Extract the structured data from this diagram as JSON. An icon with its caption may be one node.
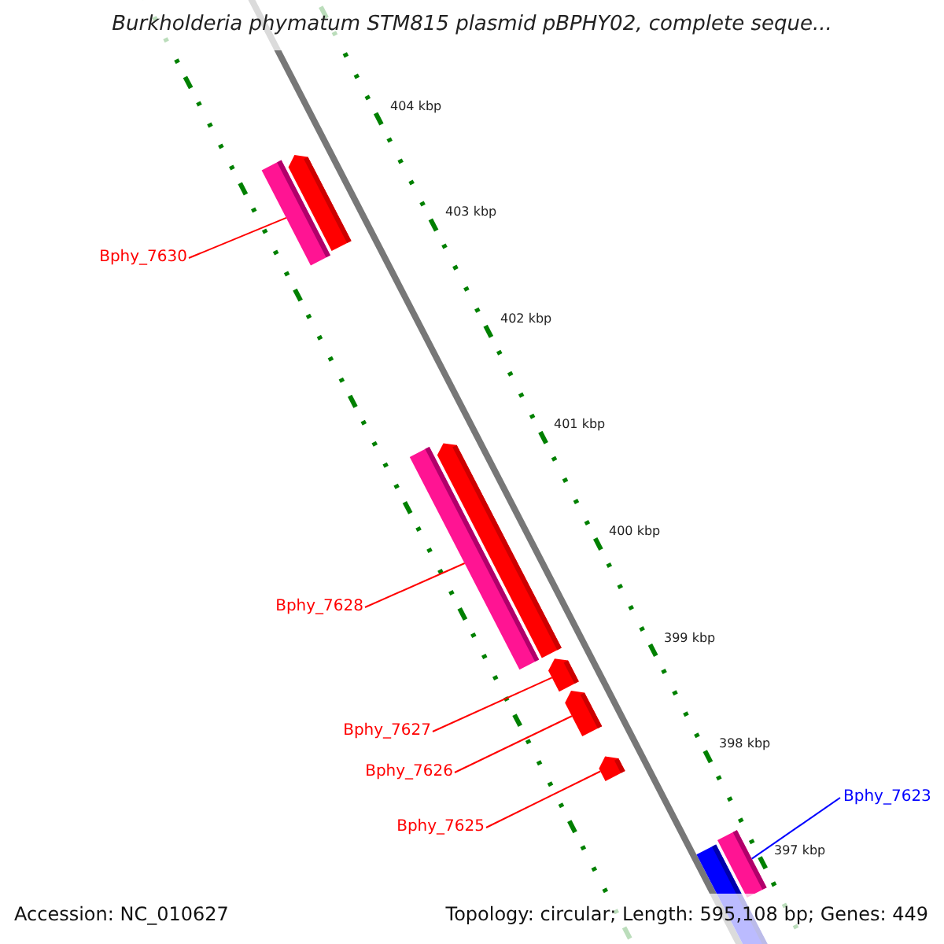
{
  "diagram": {
    "title": "Burkholderia phymatum STM815 plasmid pBPHY02, complete seque...",
    "nodes": [
      {
        "text": [
          "Bphy_7630"
        ]
      },
      {
        "text": [],
        "shape": "bar"
      },
      {
        "text": [
          "Bphy_7628"
        ]
      },
      {
        "text": [],
        "shape": "bar"
      },
      {
        "text": [
          "Bphy_7627"
        ]
      },
      {
        "text": [],
        "shape": "bar"
      },
      {
        "text": [
          "Bphy_7626"
        ]
      },
      {
        "text": [],
        "shape": "bar"
      },
      {
        "text": [
          "Bphy_7625"
        ]
      },
      {
        "text": [],
        "shape": "bar"
      },
      {
        "text": [
          "Bphy_7623"
        ]
      },
      {
        "text": [],
        "shape": "bar"
      }
    ],
    "edges": [
      {
        "from": 0,
        "to": 1,
        "arrow": "none"
      },
      {
        "from": 2,
        "to": 3,
        "arrow": "none"
      },
      {
        "from": 4,
        "to": 5,
        "arrow": "none"
      },
      {
        "from": 6,
        "to": 7,
        "arrow": "none"
      },
      {
        "from": 8,
        "to": 9,
        "arrow": "none"
      },
      {
        "from": 10,
        "to": 11,
        "arrow": "none",
        "color": "#0000ff"
      }
    ],
    "labels": [
      "404 kbp",
      "403 kbp",
      "402 kbp",
      "401 kbp",
      "400 kbp",
      "399 kbp",
      "398 kbp",
      "397 kbp",
      "Accession: NC_010627",
      "Topology: circular; Length: 595,108 bp; Genes: 449"
    ]
  }
}
